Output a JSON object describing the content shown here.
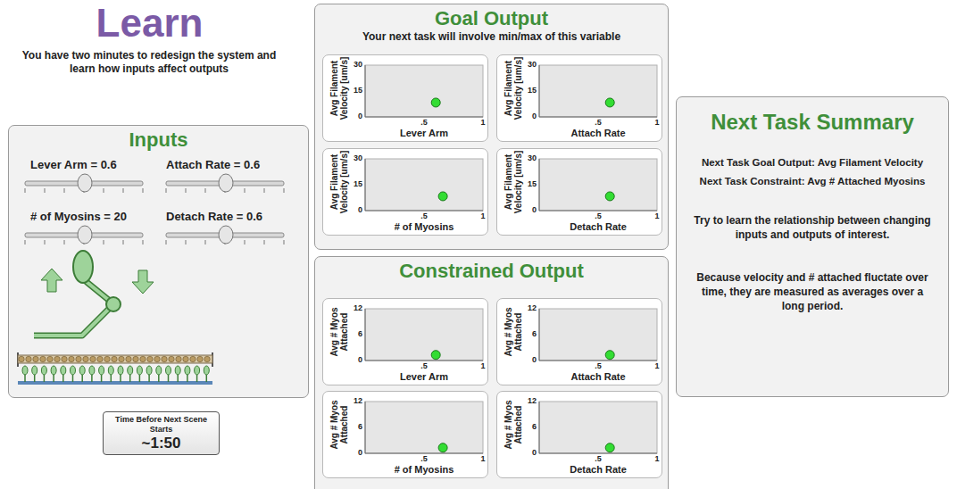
{
  "diagram": {
    "title": "Learn",
    "nodes": [
      {
        "text": [
          "Inputs"
        ]
      },
      {
        "text": [
          "Goal Output",
          "Your next task will involve min/max of this variable"
        ]
      },
      {
        "text": [
          "Avg Filament Velocity [um/s]",
          "Lever Arm"
        ],
        "in": 1
      },
      {
        "text": [
          "Avg Filament Velocity [um/s]",
          "Attach Rate"
        ],
        "in": 1
      },
      {
        "text": [
          "Avg Filament Velocity [um/s]",
          "# of Myosins"
        ],
        "in": 1
      },
      {
        "text": [
          "Avg Filament Velocity [um/s]",
          "Detach Rate"
        ],
        "in": 1
      },
      {
        "text": [
          "Constrained Output"
        ]
      },
      {
        "text": [
          "Avg # Myos Attached",
          "Lever Arm"
        ],
        "in": 6
      },
      {
        "text": [
          "Avg # Myos Attached",
          "Attach Rate"
        ],
        "in": 6
      },
      {
        "text": [
          "Avg # Myos Attached",
          "# of Myosins"
        ],
        "in": 6
      },
      {
        "text": [
          "Avg # Myos Attached",
          "Detach Rate"
        ],
        "in": 6
      },
      {
        "text": [
          "Next Task Summary",
          "Next Task Goal Output: Avg Filament Velocity",
          "Next Task Constraint: Avg # Attached Myosins",
          "Try to learn the relationship between changing inputs and outputs of interest.",
          "Because velocity and # attached fluctate over time, they are measured as averages over a long period."
        ]
      },
      {
        "text": [
          "Time Before Next Scene Starts",
          "~1:50"
        ]
      }
    ],
    "labels": [
      "You have two minutes to redesign the system and learn how inputs affect outputs",
      "Lever Arm = 0.6",
      "Attach Rate = 0.6",
      "# of Myosins = 20",
      "Detach Rate = 0.6",
      "30",
      "15",
      "0",
      ".5",
      "1",
      "30",
      "15",
      "0",
      ".5",
      "1",
      "30",
      "15",
      "0",
      ".5",
      "1",
      "30",
      "15",
      "0",
      ".5",
      "1",
      "12",
      "6",
      "0",
      ".5",
      "1",
      "12",
      "6",
      "0",
      ".5",
      "1",
      "12",
      "6",
      "0",
      ".5",
      "1",
      "12",
      "6",
      "0",
      ".5",
      "1"
    ]
  }
}
